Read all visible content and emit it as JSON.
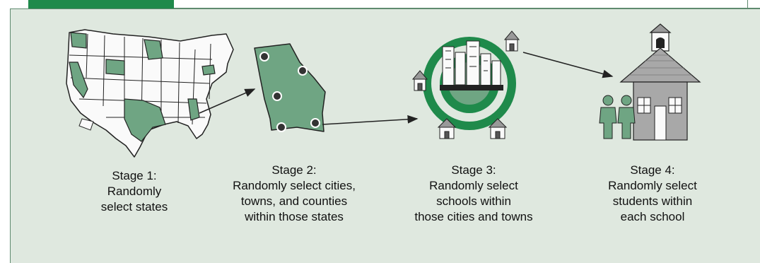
{
  "stages": [
    {
      "lines": [
        "Stage 1:",
        "Randomly",
        "select states"
      ]
    },
    {
      "lines": [
        "Stage 2:",
        "Randomly select cities,",
        "towns, and counties",
        "within those states"
      ]
    },
    {
      "lines": [
        "Stage 3:",
        "Randomly select",
        "schools within",
        "those cities and towns"
      ]
    },
    {
      "lines": [
        "Stage 4:",
        "Randomly select",
        "students within",
        "each school"
      ]
    }
  ],
  "colors": {
    "panel": "#dfe8df",
    "accent": "#1f8a4b",
    "region": "#6fa583",
    "outline": "#222222"
  },
  "icons": [
    "us-map-icon",
    "georgia-map-icon",
    "city-target-icon",
    "schoolhouse-icon",
    "students-icon"
  ]
}
